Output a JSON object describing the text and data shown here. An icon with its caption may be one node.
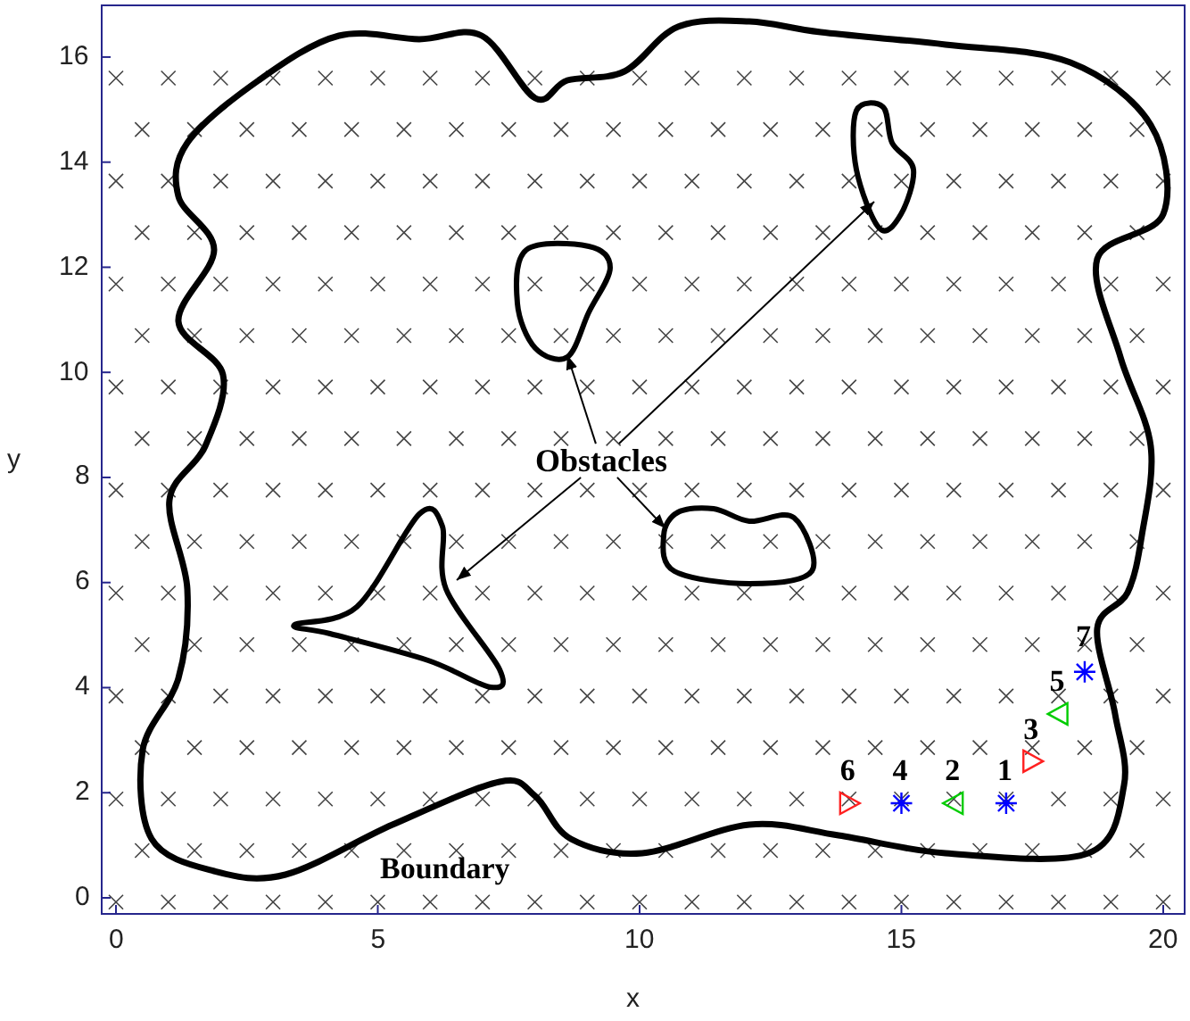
{
  "diagram": {
    "nodes": [
      {
        "text": [
          "Obstacles"
        ]
      },
      {
        "text": [],
        "shape": "region"
      },
      {
        "text": [],
        "shape": "region"
      },
      {
        "text": [],
        "shape": "region"
      },
      {
        "text": [],
        "shape": "region"
      }
    ],
    "edges": [
      {
        "from": 0,
        "to": 1,
        "arrow": "to"
      },
      {
        "from": 0,
        "to": 2,
        "arrow": "to"
      },
      {
        "from": 0,
        "to": 3,
        "arrow": "to"
      },
      {
        "from": 0,
        "to": 4,
        "arrow": "to"
      }
    ],
    "labels": [
      "16",
      "14",
      "12",
      "10",
      "8",
      "6",
      "4",
      "2",
      "0",
      "y",
      "7",
      "5",
      "3",
      "6",
      "4",
      "2",
      "1",
      "Boundary",
      "0",
      "5",
      "10",
      "15",
      "20",
      "x"
    ]
  }
}
